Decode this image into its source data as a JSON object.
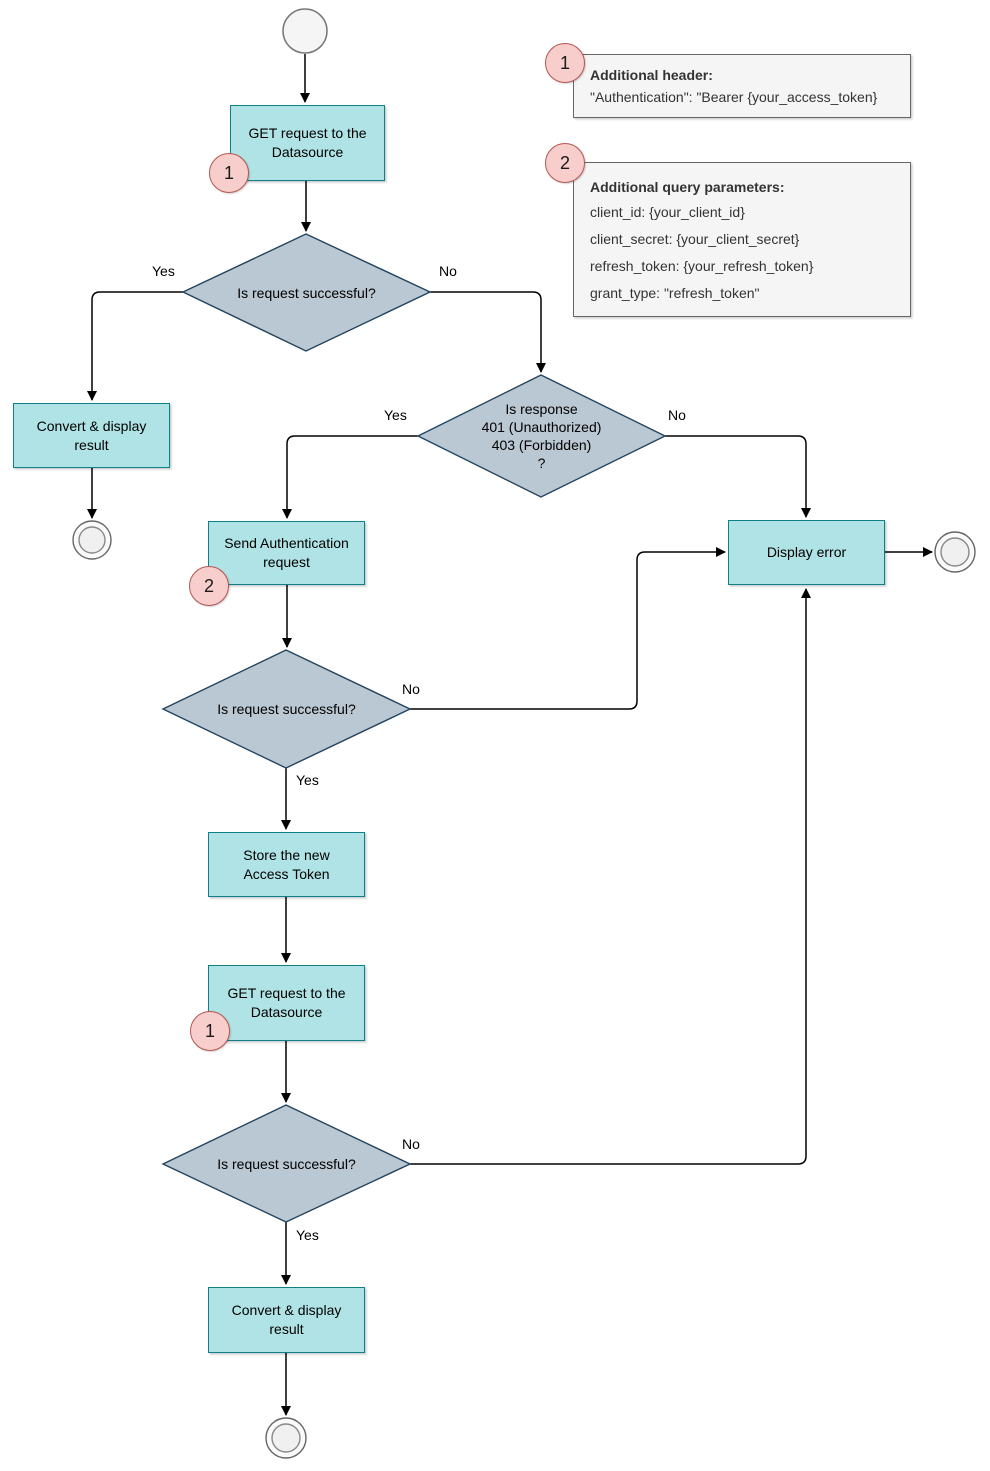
{
  "colors": {
    "process_fill": "#b0e3e5",
    "process_stroke": "#0e8088",
    "decision_fill": "#bac8d3",
    "decision_stroke": "#23445d",
    "badge_fill": "#f8cecc",
    "badge_stroke": "#b85450",
    "note_fill": "#f5f5f5",
    "note_stroke": "#666666",
    "edge_color": "#000000"
  },
  "flow": {
    "nodes": {
      "get_request_1": {
        "lines": [
          "GET request to the",
          "Datasource"
        ],
        "badge": "1"
      },
      "decision_1": {
        "lines": [
          "Is request successful?"
        ]
      },
      "convert_display_1": {
        "lines": [
          "Convert & display",
          "result"
        ]
      },
      "decision_response": {
        "lines": [
          "Is response",
          "401 (Unauthorized)",
          "403 (Forbidden)",
          "?"
        ]
      },
      "send_auth": {
        "lines": [
          "Send Authentication",
          "request"
        ],
        "badge": "2"
      },
      "display_error": {
        "lines": [
          "Display error"
        ]
      },
      "decision_2": {
        "lines": [
          "Is request successful?"
        ]
      },
      "store_token": {
        "lines": [
          "Store the new",
          "Access Token"
        ]
      },
      "get_request_2": {
        "lines": [
          "GET request to the",
          "Datasource"
        ],
        "badge": "1"
      },
      "decision_3": {
        "lines": [
          "Is request successful?"
        ]
      },
      "convert_display_2": {
        "lines": [
          "Convert & display",
          "result"
        ]
      }
    },
    "edge_labels": {
      "decision_1_yes": "Yes",
      "decision_1_no": "No",
      "decision_response_yes": "Yes",
      "decision_response_no": "No",
      "decision_2_no": "No",
      "decision_2_yes": "Yes",
      "decision_3_no": "No",
      "decision_3_yes": "Yes"
    }
  },
  "notes": {
    "header_note": {
      "badge": "1",
      "title": "Additional header:",
      "lines": [
        "\"Authentication\": \"Bearer {your_access_token}"
      ]
    },
    "query_note": {
      "badge": "2",
      "title": "Additional query parameters:",
      "lines": [
        "client_id: {your_client_id}",
        "client_secret: {your_client_secret}",
        "refresh_token: {your_refresh_token}",
        "grant_type: \"refresh_token\""
      ]
    }
  }
}
